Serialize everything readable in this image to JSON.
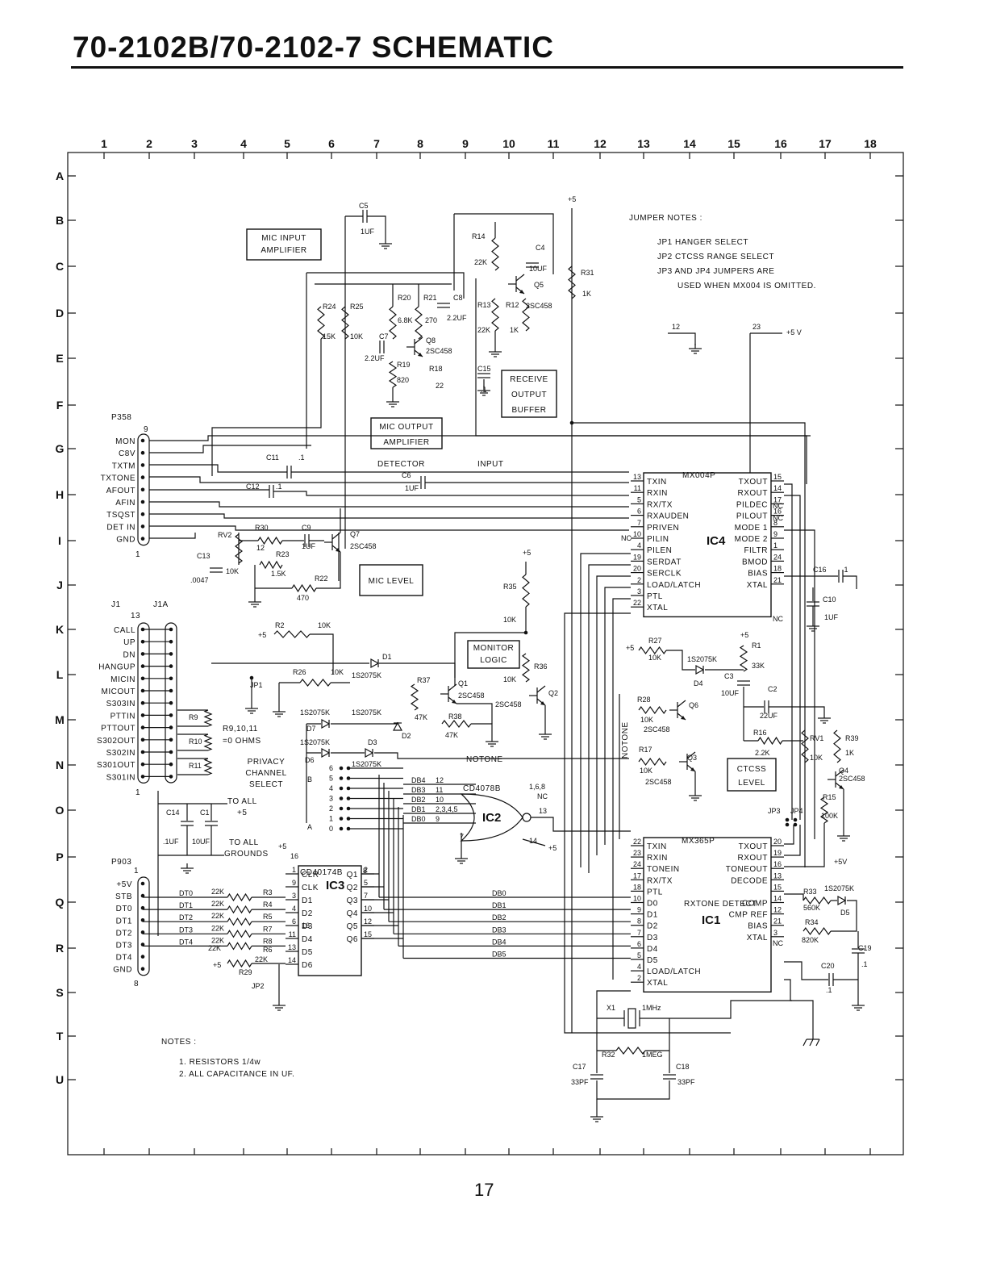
{
  "title": "70-2102B/70-2102-7 SCHEMATIC",
  "page_number": "17",
  "grid": {
    "columns": [
      "1",
      "2",
      "3",
      "4",
      "5",
      "6",
      "7",
      "8",
      "9",
      "10",
      "11",
      "12",
      "13",
      "14",
      "15",
      "16",
      "17",
      "18"
    ],
    "rows": [
      "A",
      "B",
      "C",
      "D",
      "E",
      "F",
      "G",
      "H",
      "I",
      "J",
      "K",
      "L",
      "M",
      "N",
      "O",
      "P",
      "Q",
      "R",
      "S",
      "T",
      "U"
    ]
  },
  "jumper_notes": {
    "heading": "JUMPER NOTES :",
    "lines": [
      "JP1  HANGER SELECT",
      "JP2  CTCSS RANGE SELECT",
      "JP3 AND JP4  JUMPERS ARE",
      "USED WHEN MX004 IS OMITTED."
    ]
  },
  "notes": {
    "heading": "NOTES :",
    "lines": [
      "1. RESISTORS 1/4w",
      "2. ALL CAPACITANCE IN UF."
    ]
  },
  "blocks": {
    "mic_input": [
      "MIC INPUT",
      "AMPLIFIER"
    ],
    "mic_output": [
      "MIC OUTPUT",
      "AMPLIFIER"
    ],
    "receive_output": [
      "RECEIVE",
      "OUTPUT",
      "BUFFER"
    ],
    "mic_level": "MIC LEVEL",
    "monitor_logic": [
      "MONITOR",
      "LOGIC"
    ],
    "ctcss_level": [
      "CTCSS",
      "LEVEL"
    ]
  },
  "connectors": {
    "p358": {
      "name": "P358",
      "pin_top": "9",
      "pin_bottom": "1",
      "pins": [
        "MON",
        "C8V",
        "TXTM",
        "TXTONE",
        "AFOUT",
        "AFIN",
        "TSQST",
        "DET IN",
        "GND"
      ]
    },
    "j1": {
      "name": "J1",
      "name2": "J1A",
      "pin_top": "13",
      "pin_bottom": "1",
      "pins": [
        "CALL",
        "UP",
        "DN",
        "HANGUP",
        "MICIN",
        "MICOUT",
        "S303IN",
        "PTTIN",
        "PTTOUT",
        "S302OUT",
        "S302IN",
        "S301OUT",
        "S301IN"
      ]
    },
    "p903": {
      "name": "P903",
      "pin_top": "1",
      "pin_bottom": "8",
      "pins": [
        "+5V",
        "STB",
        "DT0",
        "DT1",
        "DT2",
        "DT3",
        "DT4",
        "GND"
      ]
    }
  },
  "ic4": {
    "name": "IC4",
    "part": "MX004P",
    "left_pins": [
      {
        "num": "13",
        "name": "TXIN"
      },
      {
        "num": "11",
        "name": "RXIN"
      },
      {
        "num": "5",
        "name": "RX/TX"
      },
      {
        "num": "6",
        "name": "RXAUDEN"
      },
      {
        "num": "7",
        "name": "PRIVEN"
      },
      {
        "num": "10",
        "name": "PILIN"
      },
      {
        "num": "4",
        "name": "PILEN"
      },
      {
        "num": "19",
        "name": "SERDAT"
      },
      {
        "num": "20",
        "name": "SERCLK"
      },
      {
        "num": "2",
        "name": "LOAD/LATCH"
      },
      {
        "num": "3",
        "name": "PTL"
      },
      {
        "num": "22",
        "name": "XTAL"
      }
    ],
    "right_pins": [
      {
        "num": "15",
        "name": "TXOUT"
      },
      {
        "num": "14",
        "name": "RXOUT"
      },
      {
        "num": "17",
        "name": "PILDEC"
      },
      {
        "num": "16",
        "name": "PILOUT"
      },
      {
        "num": "8",
        "name": "MODE 1"
      },
      {
        "num": "9",
        "name": "MODE 2"
      },
      {
        "num": "1",
        "name": "FILTR"
      },
      {
        "num": "24",
        "name": "BMOD"
      },
      {
        "num": "18",
        "name": "BIAS"
      },
      {
        "num": "21",
        "name": "XTAL"
      }
    ],
    "nc": "NC",
    "pin12": "12",
    "pin23": "23",
    "plus5v": "+5 V"
  },
  "ic1": {
    "name": "IC1",
    "part": "MX365P",
    "center": "RXTONE DETECT",
    "left_pins": [
      {
        "num": "22",
        "name": "TXIN"
      },
      {
        "num": "23",
        "name": "RXIN"
      },
      {
        "num": "24",
        "name": "TONEIN"
      },
      {
        "num": "17",
        "name": "RX/TX"
      },
      {
        "num": "18",
        "name": "PTL"
      },
      {
        "num": "10",
        "name": "D0"
      },
      {
        "num": "9",
        "name": "D1"
      },
      {
        "num": "8",
        "name": "D2"
      },
      {
        "num": "7",
        "name": "D3"
      },
      {
        "num": "6",
        "name": "D4"
      },
      {
        "num": "5",
        "name": "D5"
      },
      {
        "num": "4",
        "name": "LOAD/LATCH"
      },
      {
        "num": "2",
        "name": "XTAL"
      }
    ],
    "right_pins": [
      {
        "num": "20",
        "name": "TXOUT"
      },
      {
        "num": "19",
        "name": "RXOUT"
      },
      {
        "num": "16",
        "name": "TONEOUT"
      },
      {
        "num": "13",
        "name": "DECODE"
      },
      {
        "num": "15",
        "name": ""
      },
      {
        "num": "14",
        "name": "COMP"
      },
      {
        "num": "12",
        "name": "CMP REF"
      },
      {
        "num": "21",
        "name": "BIAS"
      },
      {
        "num": "3",
        "name": "XTAL"
      }
    ]
  },
  "ic3": {
    "name": "IC3",
    "part": "CD40174B",
    "clr": "CLR",
    "left_pins": [
      {
        "num": "1",
        "name": "CLR"
      },
      {
        "num": "9",
        "name": "CLK"
      },
      {
        "num": "3",
        "name": "D1"
      },
      {
        "num": "4",
        "name": "D2"
      },
      {
        "num": "6",
        "name": "D3"
      },
      {
        "num": "11",
        "name": "D4"
      },
      {
        "num": "13",
        "name": "D5"
      },
      {
        "num": "14",
        "name": "D6"
      }
    ],
    "right_pins": [
      {
        "num": "2",
        "name": "Q1"
      },
      {
        "num": "5",
        "name": "Q2"
      },
      {
        "num": "7",
        "name": "Q3"
      },
      {
        "num": "10",
        "name": "Q4"
      },
      {
        "num": "12",
        "name": "Q5"
      },
      {
        "num": "15",
        "name": "Q6"
      }
    ],
    "pin16": "16",
    "pin8": "8",
    "plus5": "+5"
  },
  "ic2": {
    "name": "IC2",
    "part": "CD4078B",
    "inputs": [
      "DB4",
      "DB3",
      "DB2",
      "DB1",
      "DB0"
    ],
    "input_pins": [
      "12",
      "11",
      "10",
      "2,3,4,5",
      "9"
    ],
    "pins_nc": "1,6,8",
    "nc": "NC",
    "out_pin": "13",
    "pin7": "7",
    "pin14": "14",
    "plus5": "+5"
  },
  "bus": [
    "DB0",
    "DB1",
    "DB2",
    "DB3",
    "DB4",
    "DB5"
  ],
  "dt_lines": [
    "DT0",
    "DT1",
    "DT2",
    "DT3",
    "DT4"
  ],
  "privacy": {
    "label": [
      "PRIVACY",
      "CHANNEL",
      "SELECT"
    ],
    "positions": [
      "6",
      "5",
      "4",
      "3",
      "2",
      "1",
      "0"
    ],
    "side_a": "A",
    "side_b": "B"
  },
  "components": {
    "C5": [
      "C5",
      "1UF"
    ],
    "C4": [
      "C4",
      "10UF"
    ],
    "R14": [
      "R14",
      "22K"
    ],
    "Q5": [
      "Q5",
      "2SC458"
    ],
    "R13": [
      "R13",
      "22K"
    ],
    "R12": [
      "R12",
      "1K"
    ],
    "R31": [
      "R31",
      "1K"
    ],
    "R24": [
      "R24",
      "15K"
    ],
    "R25": [
      "R25",
      "10K"
    ],
    "R20": [
      "R20",
      "6.8K"
    ],
    "R21": [
      "R21",
      "270"
    ],
    "C8": [
      "C8",
      "2.2UF"
    ],
    "C7": [
      "C7",
      "2.2UF"
    ],
    "Q8": [
      "Q8",
      "2SC458"
    ],
    "R19": [
      "R19",
      "820"
    ],
    "R18": [
      "R18",
      "22"
    ],
    "C15": [
      "C15",
      ".1"
    ],
    "C11": [
      "C11",
      ".1"
    ],
    "C12": [
      "C12",
      ".1"
    ],
    "C6": [
      "C6",
      "1UF"
    ],
    "R30": [
      "R30",
      "12"
    ],
    "C9": [
      "C9",
      "1UF"
    ],
    "Q7": [
      "Q7",
      "2SC458"
    ],
    "RV2": [
      "RV2",
      "10K"
    ],
    "R23": [
      "R23",
      "1.5K"
    ],
    "R22": [
      "R22",
      "470"
    ],
    "C13": [
      "C13",
      ".0047"
    ],
    "R35": [
      "R35",
      "10K"
    ],
    "R2": [
      "R2",
      "10K"
    ],
    "D1": [
      "D1",
      "1S2075K"
    ],
    "R26": [
      "R26",
      "10K"
    ],
    "JP1": [
      "JP1"
    ],
    "R37": [
      "R37",
      "47K"
    ],
    "Q1": [
      "Q1",
      "2SC458"
    ],
    "R38": [
      "R38",
      "47K"
    ],
    "R36": [
      "R36",
      "10K"
    ],
    "Q2": [
      "Q2",
      "2SC458"
    ],
    "D2": [
      "D2"
    ],
    "D7": [
      "D7",
      "1S2075K"
    ],
    "D6": [
      "D6",
      "1S2075K"
    ],
    "D3": [
      "D3",
      "1S2075K"
    ],
    "R27": [
      "R27",
      "10K"
    ],
    "D4": [
      "D4",
      "1S2075K"
    ],
    "R1": [
      "R1",
      "33K"
    ],
    "C3": [
      "C3",
      "10UF"
    ],
    "R28": [
      "R28",
      "10K"
    ],
    "Q6": [
      "Q6",
      "2SC458"
    ],
    "C2": [
      "C2",
      "22UF"
    ],
    "R16": [
      "R16",
      "2.2K"
    ],
    "RV1": [
      "RV1",
      "10K"
    ],
    "R39": [
      "R39",
      "1K"
    ],
    "R17": [
      "R17",
      "10K"
    ],
    "Q3": [
      "Q3",
      "2SC458"
    ],
    "Q4": [
      "Q4",
      "2SC458"
    ],
    "R15": [
      "R15",
      "100K"
    ],
    "C16": [
      "C16",
      ".1"
    ],
    "C10": [
      "C10",
      "1UF"
    ],
    "R9": [
      "R9"
    ],
    "R10": [
      "R10"
    ],
    "R11": [
      "R11"
    ],
    "R9_note": [
      "R9,10,11",
      "=0 OHMS"
    ],
    "C14": [
      "C14",
      ".1UF"
    ],
    "C1": [
      "C1",
      "10UF"
    ],
    "R3": [
      "R3",
      "22K"
    ],
    "R4": [
      "R4",
      "22K"
    ],
    "R5": [
      "R5",
      "22K"
    ],
    "R7": [
      "R7",
      "22K"
    ],
    "R8": [
      "R8",
      "22K"
    ],
    "R6": [
      "R6",
      "22K"
    ],
    "R29": [
      "R29",
      "22K"
    ],
    "JP2": [
      "JP2"
    ],
    "R33": [
      "R33",
      "560K"
    ],
    "D5": [
      "D5",
      "1S2075K"
    ],
    "R34": [
      "R34",
      "820K"
    ],
    "C19": [
      "C19",
      ".1"
    ],
    "C20": [
      "C20",
      ".1"
    ],
    "X1": [
      "X1",
      "1MHz"
    ],
    "R32": [
      "R32",
      "1MEG"
    ],
    "C17": [
      "C17",
      "33PF"
    ],
    "C18": [
      "C18",
      "33PF"
    ],
    "JP3": [
      "JP3"
    ],
    "JP4": [
      "JP4"
    ]
  },
  "net_labels": {
    "detector": "DETECTOR",
    "input": "INPUT",
    "notone": "NOTONE",
    "notone_v": "NOTONE",
    "plus5": "+5",
    "plus5v": "+5V",
    "to_all_plus5": [
      "TO ALL",
      "+5"
    ],
    "to_all_gnd": [
      "TO ALL",
      "GROUNDS"
    ]
  }
}
